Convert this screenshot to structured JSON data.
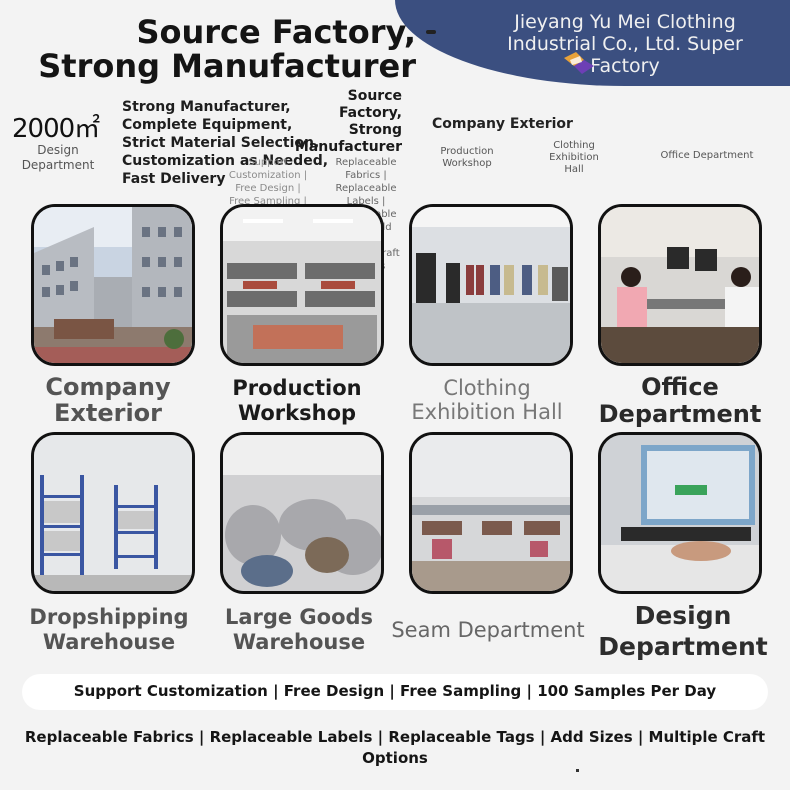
{
  "banner": {
    "company": "Jieyang Yu Mei Clothing Industrial Co., Ltd. Super Factory"
  },
  "hero": {
    "title": "Source Factory, Strong Manufacturer"
  },
  "area": {
    "value": "2000㎡",
    "label": "Design Department"
  },
  "feature": {
    "text": "Strong Manufacturer, Complete Equipment, Strict Material Selection, Customization as Needed, Fast Delivery"
  },
  "faint_support": "Support Customization | Free Design | Free Sampling | 100 Samples",
  "mid_title": "Source Factory, Strong Manufacturer",
  "faint_replace": "Replaceable Fabrics | Replaceable Labels | Replaceable Tags | Add Sizes | Multiple Craft Options",
  "header_labels": {
    "company_exterior": "Company Exterior",
    "production_workshop": "Production Workshop",
    "clothing_exhibition_hall": "Clothing Exhibition Hall",
    "office_department": "Office Department"
  },
  "cards": [
    {
      "caption": "Company Exterior"
    },
    {
      "caption": "Production Workshop"
    },
    {
      "caption": "Clothing Exhibition Hall"
    },
    {
      "caption": "Office Department"
    },
    {
      "caption": "Dropshipping Warehouse"
    },
    {
      "caption": "Large Goods Warehouse"
    },
    {
      "caption": "Seam Department"
    },
    {
      "caption": "Design Department"
    }
  ],
  "bottom": {
    "line1": "Support Customization | Free Design | Free Sampling | 100 Samples Per Day",
    "line2": "Replaceable Fabrics | Replaceable Labels | Replaceable Tags | Add Sizes | Multiple Craft Options"
  },
  "colors": {
    "banner": "#3b4f80",
    "caption": "#545454",
    "card_border": "#111111"
  }
}
